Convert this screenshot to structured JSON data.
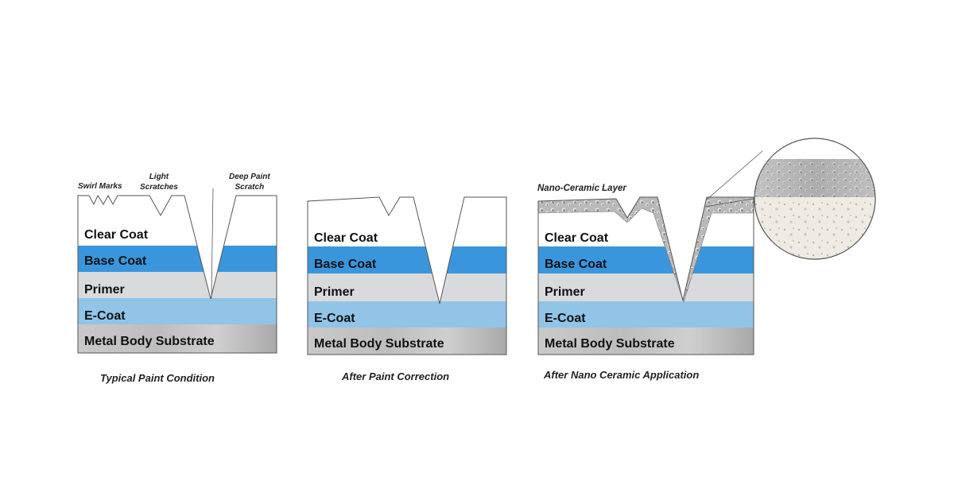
{
  "layers": {
    "clear_coat": "Clear Coat",
    "base_coat": "Base Coat",
    "primer": "Primer",
    "e_coat": "E-Coat",
    "substrate": "Metal Body Substrate"
  },
  "panels": {
    "typical": {
      "caption": "Typical Paint Condition",
      "annotations": {
        "swirl": "Swirl Marks",
        "light": "Light\nScratches",
        "deep": "Deep Paint\nScratch"
      }
    },
    "correction": {
      "caption": "After Paint Correction"
    },
    "ceramic": {
      "caption": "After Nano Ceramic Application",
      "annotations": {
        "nano": "Nano-Ceramic Layer"
      }
    }
  },
  "colors": {
    "clear_coat": "#ffffff",
    "base_coat": "#3a96dc",
    "primer": "#d9dadc",
    "e_coat": "#92c4e8",
    "substrate": "#b8b8b8",
    "outline": "#555555"
  }
}
